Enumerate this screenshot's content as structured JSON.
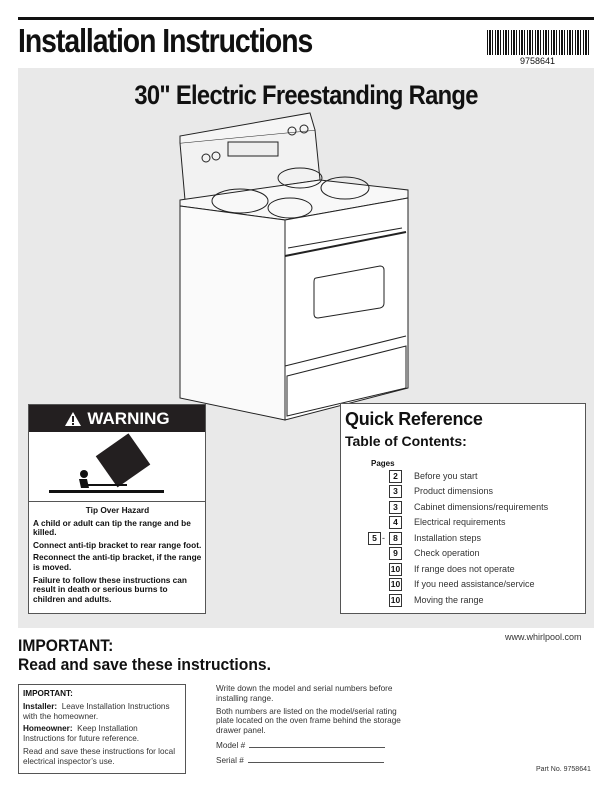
{
  "header": {
    "title": "Installation Instructions",
    "doc_number": "9758641"
  },
  "subtitle": "30\" Electric Freestanding Range",
  "warning": {
    "heading": "WARNING",
    "hazard": "Tip Over Hazard",
    "lines": [
      "A child or adult can tip the range and be killed.",
      "Connect anti-tip bracket to rear range foot.",
      "Reconnect the anti-tip bracket, if the range is moved.",
      "Failure to follow these instructions can result in death or serious burns to children and adults."
    ]
  },
  "quick_reference": {
    "title": "Quick Reference",
    "toc_title": "Table of Contents:",
    "pages_label": "Pages",
    "items": [
      {
        "page": "2",
        "label": "Before you start"
      },
      {
        "page": "3",
        "label": "Product dimensions"
      },
      {
        "page": "3",
        "label": "Cabinet dimensions/requirements"
      },
      {
        "page": "4",
        "label": "Electrical requirements"
      },
      {
        "page_start": "5",
        "dash": "-",
        "page": "8",
        "label": "Installation steps"
      },
      {
        "page": "9",
        "label": "Check operation"
      },
      {
        "page": "10",
        "label": "If range does not operate"
      },
      {
        "page": "10",
        "label": "If you need assistance/service"
      },
      {
        "page": "10",
        "label": "Moving the range"
      }
    ]
  },
  "website": "www.whirlpool.com",
  "important": {
    "line1": "IMPORTANT:",
    "line2": "Read and save these instructions."
  },
  "important_box": {
    "heading": "IMPORTANT:",
    "installer_label": "Installer:",
    "installer_text": "Leave Installation Instructions with the homeowner.",
    "homeowner_label": "Homeowner:",
    "homeowner_text": "Keep Installation Instructions for future reference.",
    "inspector": "Read and save these instructions for local electrical inspector’s use."
  },
  "model_serial": {
    "p1": "Write down the model and serial numbers before installing range.",
    "p2": "Both numbers are listed on the model/serial rating plate located on the oven frame behind the storage drawer panel.",
    "model_label": "Model #",
    "serial_label": "Serial #"
  },
  "part_no": "Part No. 9758641"
}
